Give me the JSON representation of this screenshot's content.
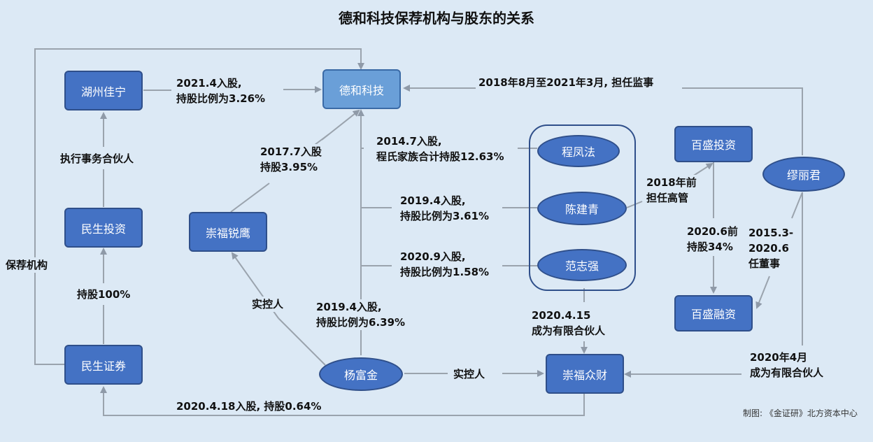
{
  "title": "德和科技保荐机构与股东的关系",
  "nodes": {
    "dehe": "德和科技",
    "huzhou": "湖州佳宁",
    "minsheng_invest": "民生投资",
    "minsheng_sec": "民生证券",
    "chongfu_ruiying": "崇福锐鹰",
    "yang": "杨富金",
    "chongfu_zhongcai": "崇福众财",
    "cheng": "程凤法",
    "chen": "陈建青",
    "fan": "范志强",
    "baisheng_invest": "百盛投资",
    "baisheng_rong": "百盛融资",
    "miao": "缪丽君"
  },
  "labels": {
    "huzhou_dehe": [
      "2021.4入股,",
      "持股比例为3.26%"
    ],
    "miao_dehe": "2018年8月至2021年3月, 担任监事",
    "exec_partner": "执行事务合伙人",
    "ruiying_dehe": [
      "2017.7入股",
      "持股3.95%"
    ],
    "cheng_family": [
      "2014.7入股,",
      "程氏家族合计持股12.63%"
    ],
    "chen_dehe": [
      "2019.4入股,",
      "持股比例为3.61%"
    ],
    "fan_dehe": [
      "2020.9入股,",
      "持股比例为1.58%"
    ],
    "yang_dehe": [
      "2019.4入股,",
      "持股比例为6.39%"
    ],
    "sponsor": "保荐机构",
    "hold100": "持股100%",
    "controller1": "实控人",
    "controller2": "实控人",
    "group_partner": [
      "2020.4.15",
      "成为有限合伙人"
    ],
    "chen_baisheng": [
      "2018年前",
      "担任高管"
    ],
    "baisheng_hold": [
      "2020.6前",
      "持股34%"
    ],
    "miao_director": [
      "2015.3-",
      "2020.6",
      "任董事"
    ],
    "miao_partner": [
      "2020年4月",
      "成为有限合伙人"
    ],
    "minsheng_zhongcai": "2020.4.18入股, 持股0.64%"
  },
  "credit": "制图: 《金证研》北方资本中心"
}
